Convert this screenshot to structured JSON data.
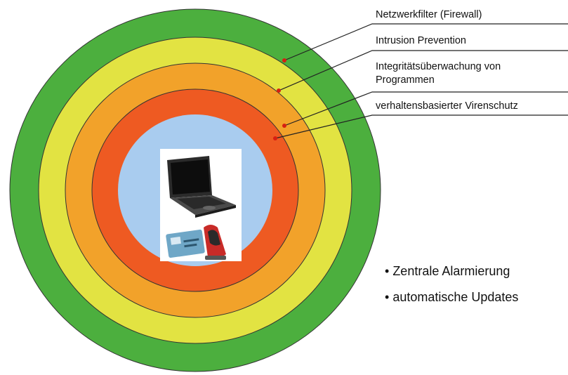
{
  "colors": {
    "ring_outer": "#4caf3e",
    "ring_second": "#e2e342",
    "ring_third": "#f2a22a",
    "ring_fourth": "#ee5a22",
    "core": "#a9ccef",
    "leader_line": "#222222",
    "dot": "#d61f12"
  },
  "layers": [
    {
      "label": "Netzwerkfilter (Firewall)"
    },
    {
      "label": "Intrusion Prevention"
    },
    {
      "label": "Integritätsüberwachung von\nProgrammen"
    },
    {
      "label": "verhaltensbasierter Virenschutz"
    }
  ],
  "center": {
    "devices": [
      "laptop-icon",
      "card-reader-icon"
    ]
  },
  "bullets": [
    "Zentrale Alarmierung",
    "automatische Updates"
  ]
}
